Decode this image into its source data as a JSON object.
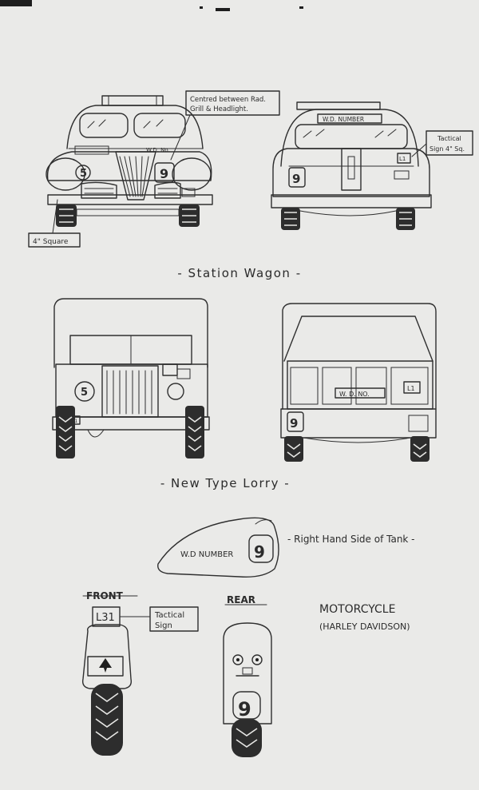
{
  "station_wagon": {
    "front": {
      "note": [
        "Centred between Rad.",
        "Grill & Headlight."
      ],
      "square_label": "4\" Square",
      "left_sign": "5",
      "right_sign": "9",
      "plate_text": "W.D. No."
    },
    "rear": {
      "plate_text": "W.D. NUMBER",
      "tactical_note": [
        "Tactical",
        "Sign 4\" Sq."
      ],
      "sign": "9",
      "tactical": "L1"
    },
    "caption": "- Station Wagon -"
  },
  "lorry": {
    "front": {
      "sign": "5",
      "tactical": "L1"
    },
    "rear": {
      "plate_text": "W. D. NO.",
      "tactical": "L1",
      "sign": "9"
    },
    "caption": "- New Type Lorry -"
  },
  "motorcycle": {
    "tank": {
      "label": "W.D NUMBER",
      "sign": "9",
      "note": "- Right Hand Side of Tank -"
    },
    "front": {
      "heading": "FRONT",
      "tactical": "L31",
      "note": [
        "Tactical",
        "Sign"
      ]
    },
    "rear": {
      "heading": "REAR",
      "sign": "9"
    },
    "title": "MOTORCYCLE",
    "subtitle": "(HARLEY DAVIDSON)"
  }
}
